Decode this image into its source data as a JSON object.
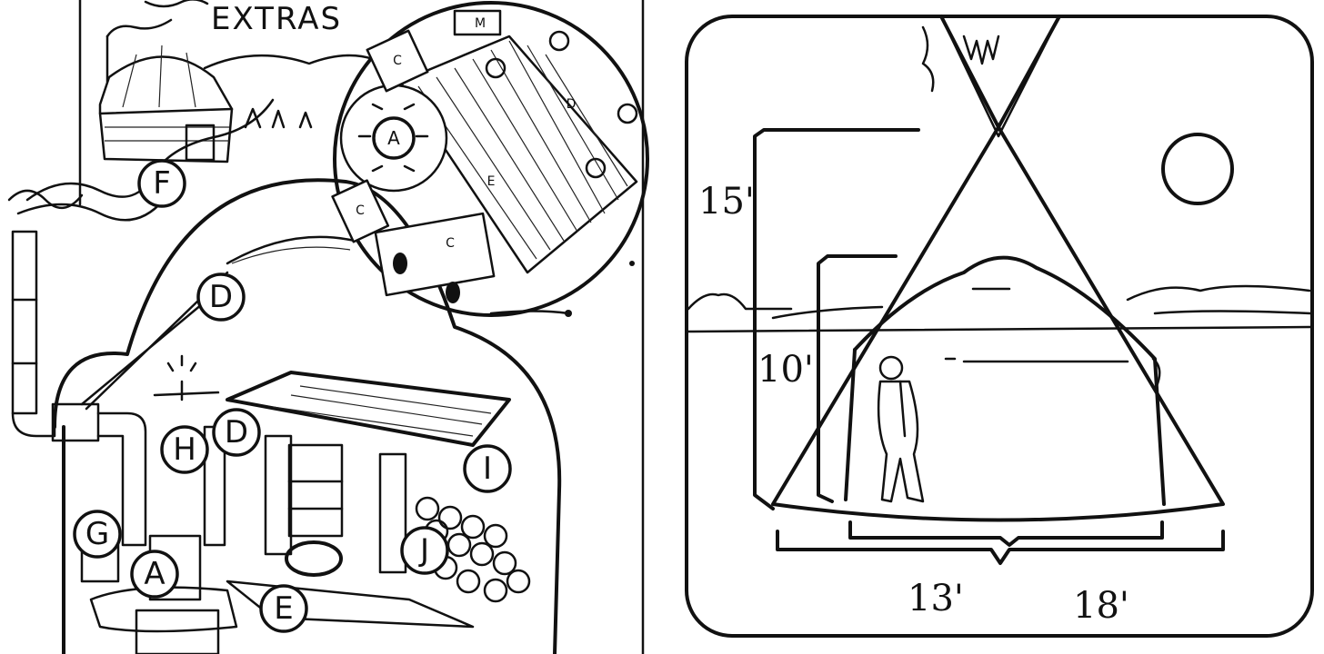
{
  "left_panel": {
    "title": "EXTRAS",
    "labels": {
      "F": "F",
      "D_top": "D",
      "D_front": "D",
      "H": "H",
      "I": "I",
      "G": "G",
      "A": "A",
      "E": "E",
      "J": "J"
    },
    "inset_labels": {
      "A": "A",
      "C1": "C",
      "C2": "C",
      "C3": "C",
      "D": "D",
      "E": "E",
      "M": "M"
    }
  },
  "right_panel": {
    "dimensions": {
      "height_outer": "15'",
      "height_inner": "10'",
      "base_inner": "13'",
      "base_outer": "18'"
    }
  }
}
